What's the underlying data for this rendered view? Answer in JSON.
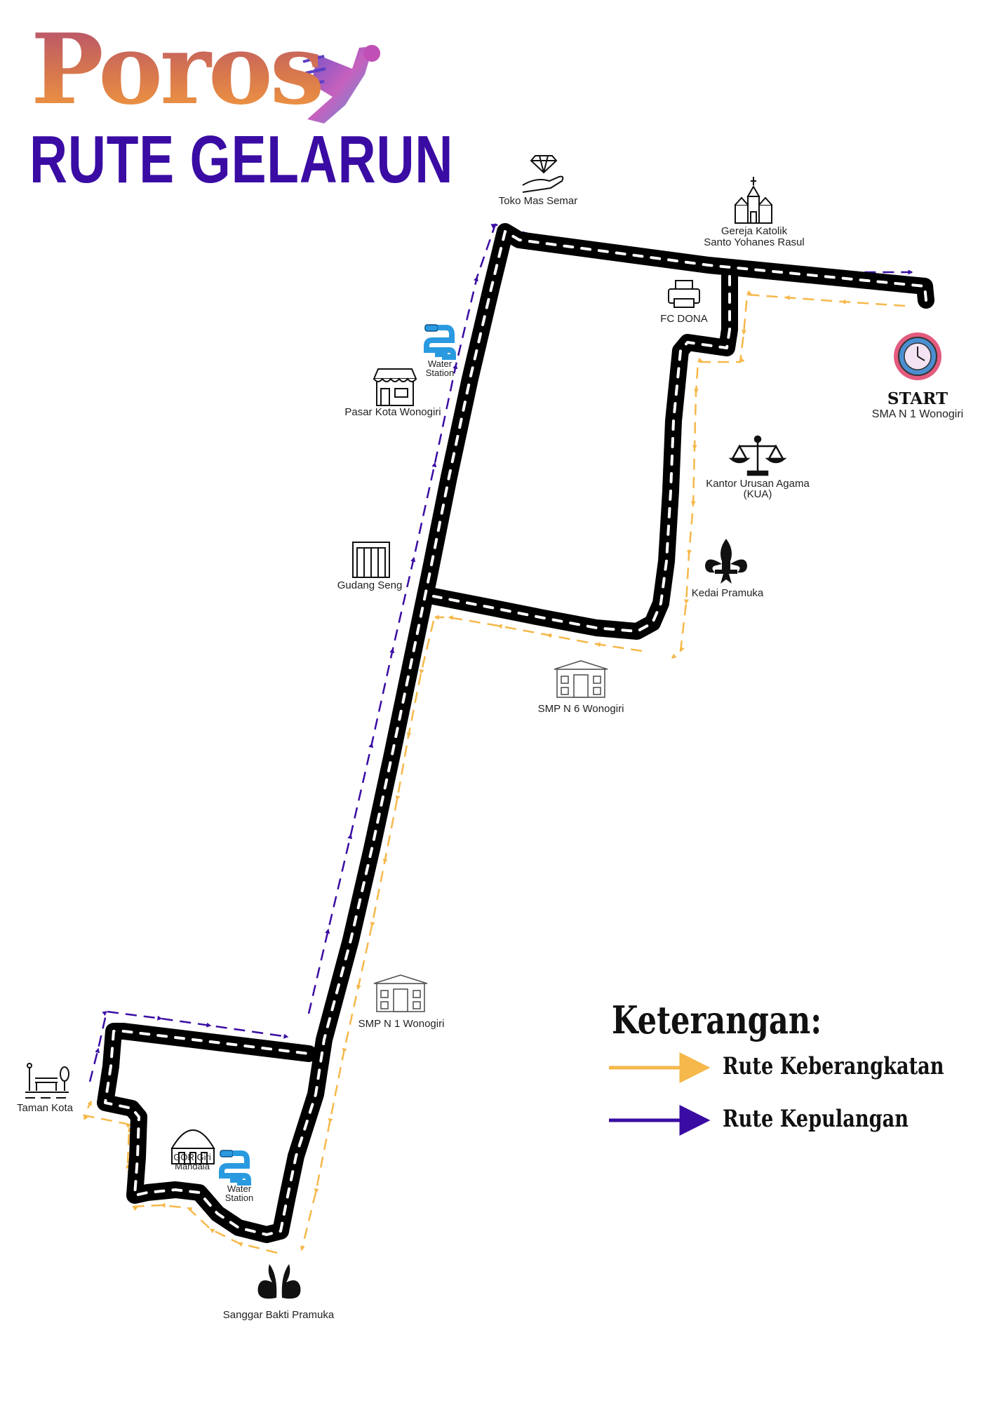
{
  "header": {
    "logo_text": "Poros",
    "title": "RUTE GELARUN"
  },
  "colors": {
    "road": "#000000",
    "road_dash": "#ffffff",
    "departure_route": "#f6b84a",
    "return_route": "#3a0ca3"
  },
  "start": {
    "title": "START",
    "place": "SMA N 1 Wonogiri",
    "icon": "clock-logo-icon"
  },
  "landmarks": [
    {
      "name": "Toko Mas Semar",
      "icon": "diamond-hand-icon"
    },
    {
      "name": "Gereja Katolik Santo Yohanes Rasul",
      "line1": "Gereja Katolik",
      "line2": "Santo Yohanes Rasul",
      "icon": "church-icon"
    },
    {
      "name": "FC DONA",
      "icon": "printer-icon"
    },
    {
      "name": "Water Station",
      "line1": "Water",
      "line2": "Station",
      "icon": "water-tap-icon"
    },
    {
      "name": "Pasar Kota Wonogiri",
      "icon": "market-icon"
    },
    {
      "name": "Kantor Urusan Agama (KUA)",
      "line1": "Kantor Urusan Agama",
      "line2": "(KUA)",
      "icon": "scales-icon"
    },
    {
      "name": "Gudang Seng",
      "icon": "warehouse-icon"
    },
    {
      "name": "Kedai Pramuka",
      "icon": "fleur-de-lis-icon"
    },
    {
      "name": "SMP N 6 Wonogiri",
      "icon": "school-icon"
    },
    {
      "name": "SMP N 1 Wonogiri",
      "icon": "school-icon"
    },
    {
      "name": "Taman Kota",
      "icon": "park-bench-icon"
    },
    {
      "name": "GOR Giri Mandala",
      "line1": "GOR Giri",
      "line2": "Mandala",
      "icon": "stadium-icon"
    },
    {
      "name": "Water Station",
      "line1": "Water",
      "line2": "Station",
      "icon": "water-tap-icon"
    },
    {
      "name": "Sanggar Bakti Pramuka",
      "icon": "scout-emblem-icon"
    }
  ],
  "legend": {
    "title": "Keterangan:",
    "items": [
      {
        "label": "Rute Keberangkatan",
        "color": "#f6b84a"
      },
      {
        "label": "Rute Kepulangan",
        "color": "#3a0ca3"
      }
    ]
  }
}
